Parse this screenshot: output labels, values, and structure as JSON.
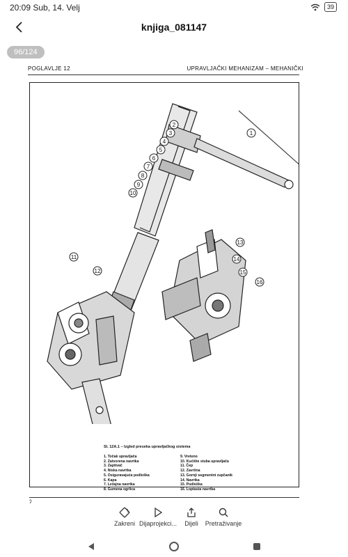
{
  "status_bar": {
    "time": "20:09",
    "date": "Sub, 14. Velj",
    "battery": "39"
  },
  "header": {
    "title": "knjiga_081147"
  },
  "page_indicator": "96/124",
  "page": {
    "chapter": "POGLAVLJE 12",
    "section": "UPRAVLJAČKI MEHANIZAM – MEHANIČKI",
    "caption": "Sl. 12A.1 – Izgled preseka upravljačkog sistema",
    "legend_left": [
      "1. Točak upravljača",
      "2. Zatvorena navrtka",
      "3. Zaptivač",
      "4. Niska navrtka",
      "5. Osiguravajuća podloška",
      "6. Kapa",
      "7. Ležajna navrtka",
      "8. Gumena ogrlica"
    ],
    "legend_right": [
      "9. Vreteno",
      "10. Kućište stuba upravljača",
      "11. Čep",
      "12. Završna",
      "13. Gornji segmentni zupčanik",
      "14. Navrtka",
      "15. Podloška",
      "16. Loptasta navrtka"
    ],
    "callouts": [
      "1",
      "2",
      "3",
      "4",
      "5",
      "6",
      "7",
      "8",
      "9",
      "10",
      "11",
      "12",
      "13",
      "14",
      "15",
      "16"
    ],
    "footer_mark": "ʔ"
  },
  "toolbar": {
    "rotate": "Zakreni",
    "slideshow": "Dijaprojekci...",
    "share": "Dijeli",
    "search": "Pretraživanje"
  }
}
